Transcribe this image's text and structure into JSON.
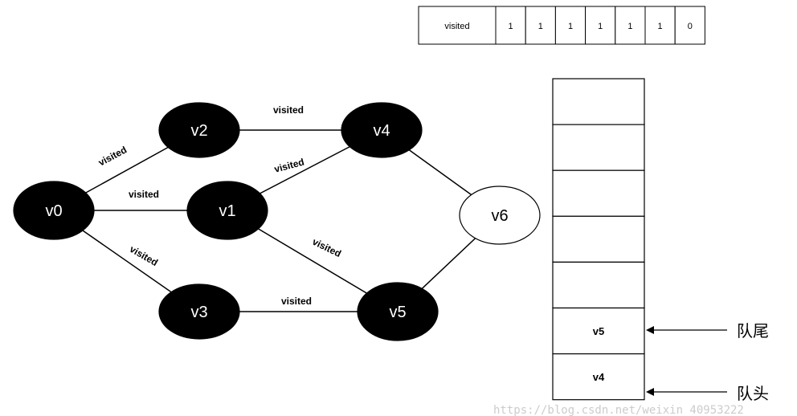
{
  "visited_table": {
    "header": "visited",
    "values": [
      "1",
      "1",
      "1",
      "1",
      "1",
      "1",
      "0"
    ]
  },
  "graph": {
    "nodes": [
      {
        "id": "v0",
        "label": "v0",
        "visited": true
      },
      {
        "id": "v1",
        "label": "v1",
        "visited": true
      },
      {
        "id": "v2",
        "label": "v2",
        "visited": true
      },
      {
        "id": "v3",
        "label": "v3",
        "visited": true
      },
      {
        "id": "v4",
        "label": "v4",
        "visited": true
      },
      {
        "id": "v5",
        "label": "v5",
        "visited": true
      },
      {
        "id": "v6",
        "label": "v6",
        "visited": false
      }
    ],
    "edges": [
      {
        "from": "v0",
        "to": "v2",
        "label": "visited"
      },
      {
        "from": "v0",
        "to": "v1",
        "label": "visited"
      },
      {
        "from": "v0",
        "to": "v3",
        "label": "visited"
      },
      {
        "from": "v2",
        "to": "v4",
        "label": "visited"
      },
      {
        "from": "v1",
        "to": "v4",
        "label": "visited"
      },
      {
        "from": "v1",
        "to": "v5",
        "label": "visited"
      },
      {
        "from": "v3",
        "to": "v5",
        "label": "visited"
      },
      {
        "from": "v4",
        "to": "v6",
        "label": ""
      },
      {
        "from": "v5",
        "to": "v6",
        "label": ""
      }
    ]
  },
  "queue": {
    "cells": [
      "",
      "",
      "",
      "",
      "",
      "v5",
      "v4"
    ],
    "tail_label": "队尾",
    "head_label": "队头"
  },
  "watermark": "https://blog.csdn.net/weixin_40953222",
  "colors": {
    "visited_fill": "#000000",
    "unvisited_fill": "#ffffff",
    "stroke": "#000000"
  }
}
